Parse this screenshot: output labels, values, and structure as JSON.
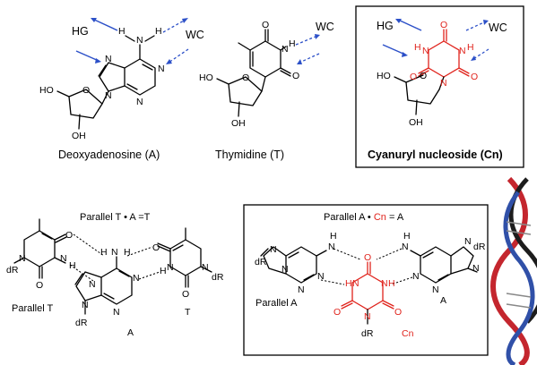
{
  "colors": {
    "accent_red": "#e0231c",
    "arrow_blue": "#2c50c8",
    "ink": "#000000"
  },
  "top": {
    "adenosine": {
      "name": "Deoxyadenosine (A)",
      "hg": "HG",
      "wc": "WC",
      "nh2": "N",
      "h": "H",
      "h2": "H",
      "n1": "N",
      "n3": "N",
      "n7": "N",
      "n9": "N",
      "ho": "HO",
      "o": "O",
      "oh": "OH"
    },
    "thymidine": {
      "name": "Thymidine (T)",
      "wc": "WC",
      "o4": "O",
      "o2": "O",
      "n3": "N",
      "h": "H",
      "n1": "N",
      "ho": "HO",
      "o": "O",
      "oh": "OH"
    },
    "cyanuryl": {
      "name": "Cyanuryl nucleoside (Cn)",
      "hg": "HG",
      "wc": "WC",
      "o_top": "O",
      "o_left": "O",
      "o_right": "O",
      "n_a": "N",
      "n_b": "N",
      "n_c": "N",
      "h_a": "H",
      "h_b": "H",
      "ho": "HO",
      "o": "O",
      "oh": "OH"
    }
  },
  "bottom_left": {
    "title": "Parallel  T • A =T",
    "parallel_t": "Parallel T",
    "label_a": "A",
    "label_t": "T",
    "dr1": "dR",
    "dr2": "dR",
    "dr3": "dR",
    "atoms": {
      "n": "N",
      "h": "H",
      "o": "O"
    }
  },
  "bottom_right": {
    "title_prefix": "Parallel  A • ",
    "title_cn": "Cn",
    "title_suffix": " = A",
    "parallel_a": "Parallel A",
    "label_a": "A",
    "label_cn": "Cn",
    "dr1": "dR",
    "dr2": "dR",
    "dr3": "dR",
    "atoms": {
      "n": "N",
      "h": "H",
      "o": "O"
    }
  }
}
